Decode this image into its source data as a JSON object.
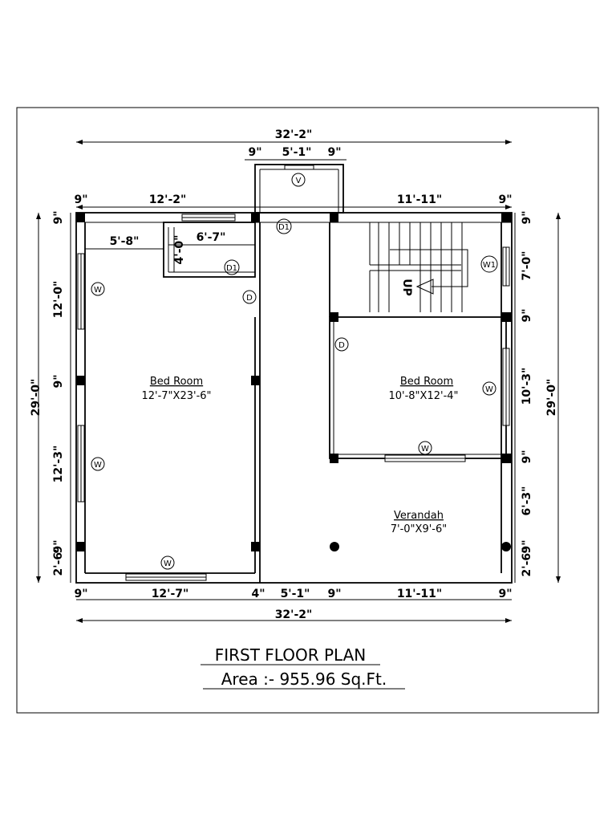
{
  "drawing": {
    "title": "FIRST FLOOR PLAN",
    "area": "Area :- 955.96 Sq.Ft."
  },
  "rooms": {
    "bed_left": {
      "name": "Bed Room",
      "size": "12'-7\"X23'-6\""
    },
    "bed_right": {
      "name": "Bed Room",
      "size": "10'-8\"X12'-4\""
    },
    "verandah": {
      "name": "Verandah",
      "size": "7'-0\"X9'-6\""
    },
    "stair": "UP"
  },
  "symbols": {
    "window": "W",
    "door": "D",
    "door1": "D1",
    "window1": "W1",
    "ventilator": "V"
  },
  "dimensions": {
    "top_overall": "32'-2\"",
    "top_balcony": [
      "9\"",
      "5'-1\"",
      "9\""
    ],
    "top_left": [
      "9\"",
      "12'-2\""
    ],
    "top_right": [
      "11'-11\"",
      "9\""
    ],
    "inner_5_8": "5'-8\"",
    "inner_6_7": "6'-7\"",
    "inner_4_0": "4'-0\"",
    "left_side": [
      "9\"",
      "12'-0\"",
      "9\"",
      "12'-3\"",
      "2'-6\"",
      "9\""
    ],
    "left_overall": "29'-0\"",
    "right_side": [
      "9\"",
      "7'-0\"",
      "9\"",
      "10'-3\"",
      "9\"",
      "6'-3\"",
      "2'-6\"",
      "9\""
    ],
    "right_overall": "29'-0\"",
    "bottom": [
      "9\"",
      "12'-7\"",
      "4\"",
      "5'-1\"",
      "9\"",
      "11'-11\"",
      "9\""
    ],
    "bottom_overall": "32'-2\""
  }
}
